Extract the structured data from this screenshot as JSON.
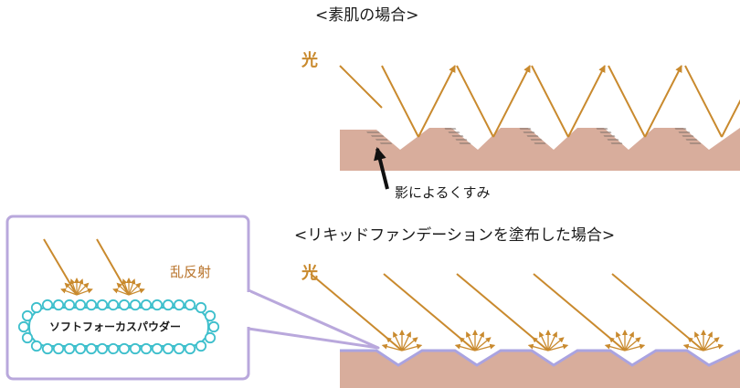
{
  "colors": {
    "light": "#c98a2e",
    "skin": "#d8ad9c",
    "shadow_hatch": "#8a7a72",
    "arrow_black": "#111111",
    "liquid_film": "#aaa3e0",
    "callout_border": "#b9a8dc",
    "powder_circle": "#3dbfcc",
    "text": "#1a1a1a",
    "text_brown": "#b8732a"
  },
  "top_section": {
    "title": "<素肌の場合>",
    "light_label": "光",
    "shadow_label": "影によるくすみ"
  },
  "bottom_section": {
    "title": "<リキッドファンデーションを塗布した場合>",
    "light_label": "光"
  },
  "callout": {
    "scatter_label": "乱反射",
    "powder_label": "ソフトフォーカスパウダー"
  }
}
